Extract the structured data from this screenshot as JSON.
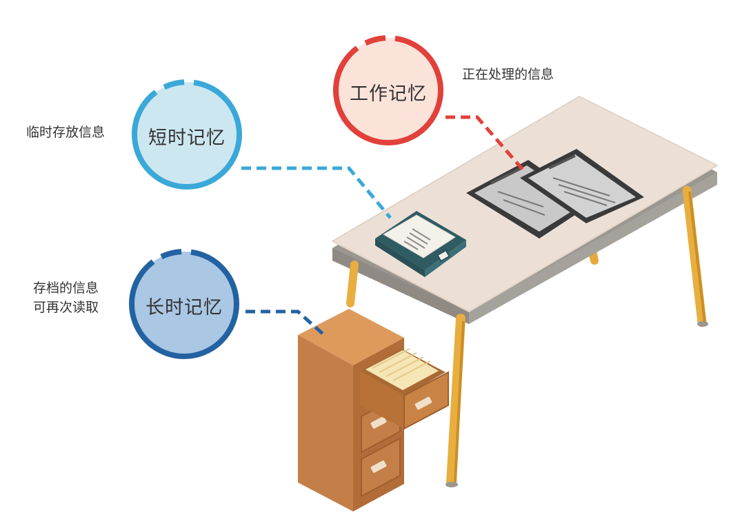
{
  "colors": {
    "working": "#e2403a",
    "working_fill": "#fbe3da",
    "short": "#3aa8d8",
    "short_fill": "#cde7f1",
    "long": "#2362a2",
    "long_fill": "#aac7e3"
  },
  "working_memory": {
    "label": "工作记忆",
    "note": "正在处理的信息"
  },
  "short_term_memory": {
    "label": "短时记忆",
    "note": "临时存放信息"
  },
  "long_term_memory": {
    "label": "长时记忆",
    "note_lines": [
      "存档的信息",
      "可再次读取"
    ]
  },
  "illustrations": [
    "desk",
    "document-tray",
    "clipboards",
    "filing-cabinet"
  ]
}
